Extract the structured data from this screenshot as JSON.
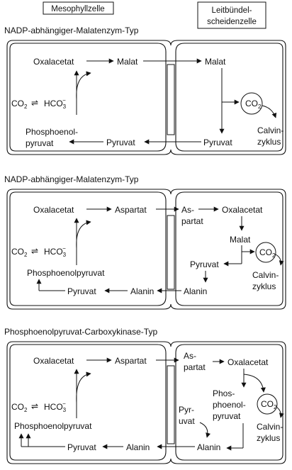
{
  "header": {
    "mesophyll": "Mesophyllzelle",
    "bundle_sheath_line1": "Leitbündel-",
    "bundle_sheath_line2": "scheidenzelle"
  },
  "panel1": {
    "title": "NADP-abhängiger-Malatenzym-Typ",
    "oxalacetat": "Oxalacetat",
    "malat_m": "Malat",
    "malat_b": "Malat",
    "co2_left": "CO",
    "hco3": "HCO",
    "co2_circle": "CO",
    "pep_line1": "Phosphoenol-",
    "pep_line2": "pyruvat",
    "pyruvat_m": "Pyruvat",
    "pyruvat_b": "Pyruvat",
    "calvin_line1": "Calvin-",
    "calvin_line2": "zyklus"
  },
  "panel2": {
    "title": "NADP-abhängiger-Malatenzym-Typ",
    "oxalacetat_m": "Oxalacetat",
    "aspartat_m": "Aspartat",
    "aspartat_b_line1": "As-",
    "aspartat_b_line2": "partat",
    "oxalacetat_b": "Oxalacetat",
    "malat": "Malat",
    "co2_left": "CO",
    "hco3": "HCO",
    "co2_circle": "CO",
    "pep": "Phosphoenolpyruvat",
    "pyruvat_b": "Pyruvat",
    "calvin_line1": "Calvin-",
    "calvin_line2": "zyklus",
    "pyruvat_m": "Pyruvat",
    "alanin_m": "Alanin",
    "alanin_b": "Alanin"
  },
  "panel3": {
    "title": "Phosphoenolpyruvat-Carboxykinase-Typ",
    "oxalacetat_m": "Oxalacetat",
    "aspartat_m": "Aspartat",
    "aspartat_b_line1": "As-",
    "aspartat_b_line2": "partat",
    "oxalacetat_b": "Oxalacetat",
    "phos_line1": "Phos-",
    "phos_line2": "phoenol-",
    "phos_line3": "pyruvat",
    "co2_left": "CO",
    "hco3": "HCO",
    "co2_circle": "CO",
    "pep": "Phosphoenolpyruvat",
    "pyr_line1": "Pyr-",
    "pyr_line2": "uvat",
    "calvin_line1": "Calvin-",
    "calvin_line2": "zyklus",
    "pyruvat_m": "Pyruvat",
    "alanin_m": "Alanin",
    "alanin_b": "Alanin"
  },
  "sub": {
    "two": "2",
    "three": "3",
    "minus": "−"
  }
}
